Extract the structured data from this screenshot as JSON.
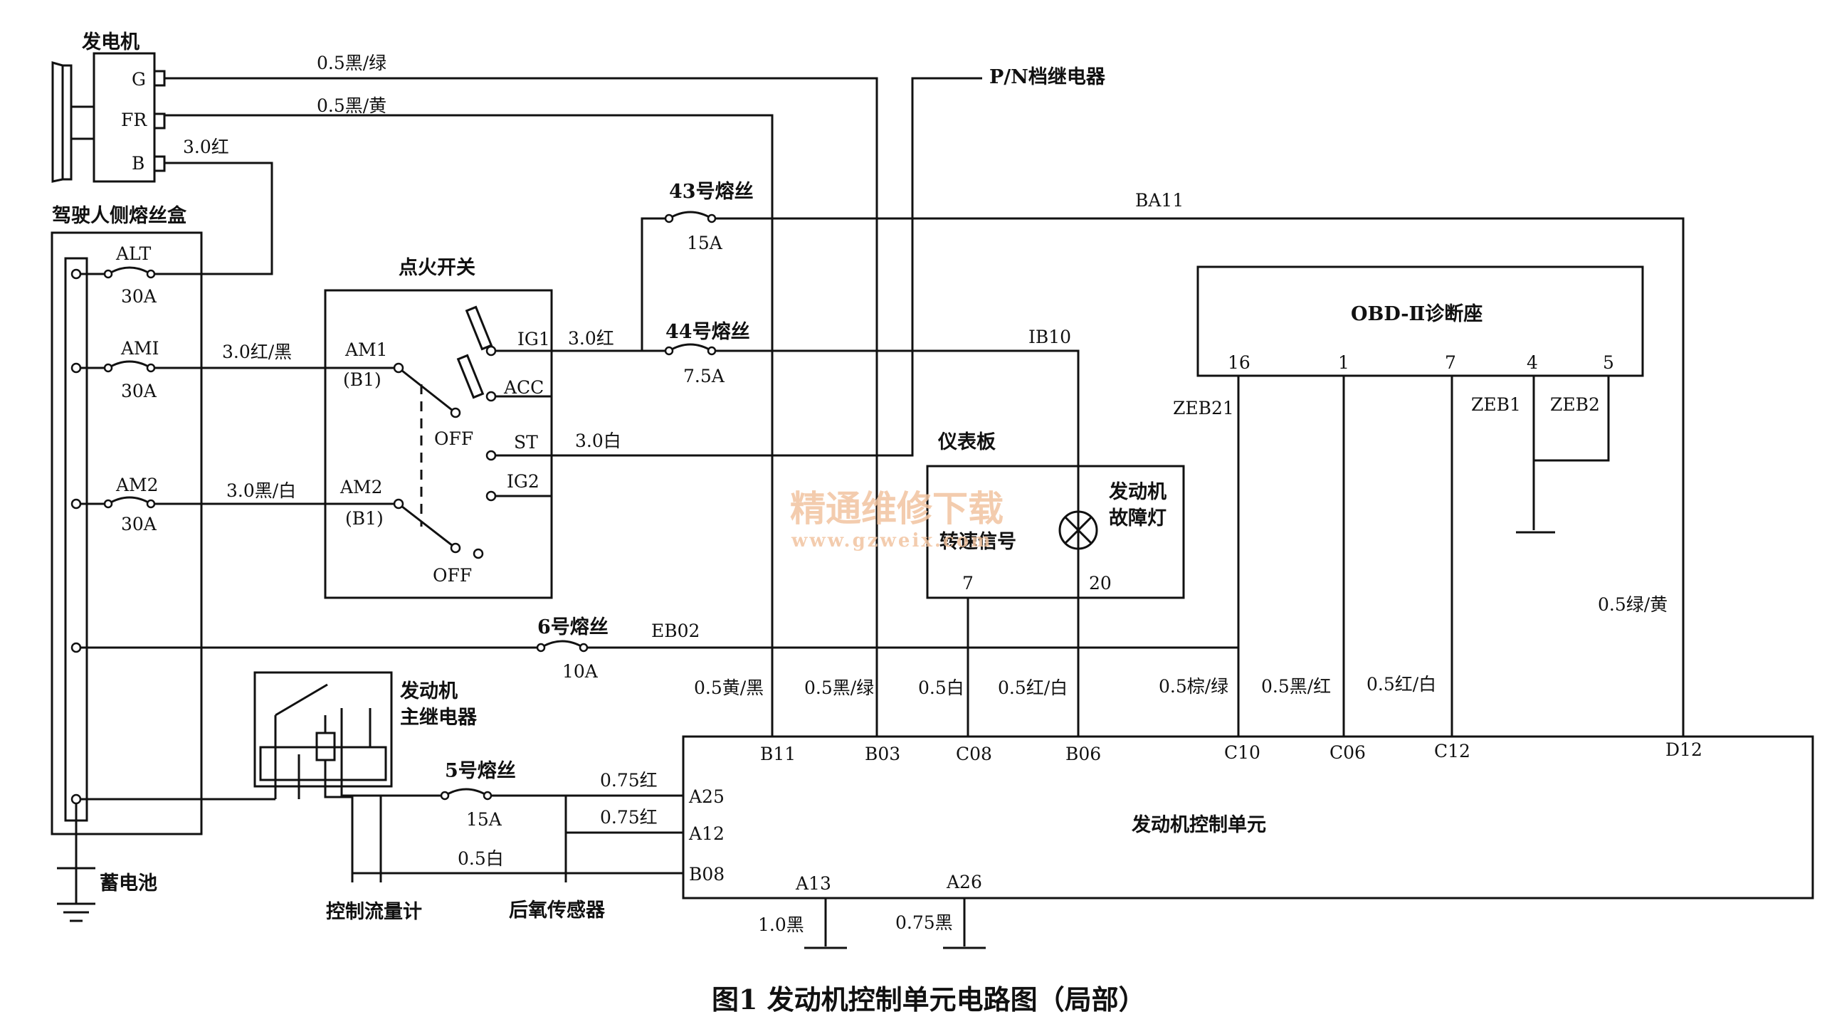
{
  "caption": "图1  发动机控制单元电路图（局部）",
  "watermark": {
    "main": "精通维修下载",
    "url": "www.gzweix.com"
  },
  "generator": {
    "title": "发电机",
    "terminals": [
      "G",
      "FR",
      "B"
    ]
  },
  "fuse_box": {
    "title": "驾驶人侧熔丝盒",
    "fuses": [
      {
        "name": "ALT",
        "rating": "30A"
      },
      {
        "name": "AMI",
        "rating": "30A"
      },
      {
        "name": "AM2",
        "rating": "30A"
      }
    ]
  },
  "battery": {
    "label": "蓄电池"
  },
  "ignition_switch": {
    "title": "点火开关",
    "left": [
      "AM1",
      "(B1)",
      "AM2",
      "(B1)"
    ],
    "right": [
      "IG1",
      "ACC",
      "ST",
      "IG2"
    ],
    "off": "OFF"
  },
  "fuses": {
    "f43": {
      "name": "43号熔丝",
      "rating": "15A"
    },
    "f44": {
      "name": "44号熔丝",
      "rating": "7.5A"
    },
    "f6": {
      "name": "6号熔丝",
      "rating": "10A"
    },
    "f5": {
      "name": "5号熔丝",
      "rating": "15A"
    }
  },
  "pn_relay": "P/N档继电器",
  "instrument_panel": {
    "title": "仪表板",
    "speed_signal": "转速信号",
    "lamp": [
      "发动机",
      "故障灯"
    ],
    "pins": [
      "7",
      "20"
    ]
  },
  "obd": {
    "title": "OBD-Ⅱ诊断座",
    "pins": [
      "16",
      "1",
      "7",
      "4",
      "5"
    ],
    "wires": [
      "ZEB21",
      "ZEB1",
      "ZEB2"
    ]
  },
  "main_relay": [
    "发动机",
    "主继电器"
  ],
  "ecu": {
    "title": "发动机控制单元",
    "top_pins": [
      "B11",
      "B03",
      "C08",
      "B06",
      "C10",
      "C06",
      "C12",
      "D12"
    ],
    "left_pins": [
      "A25",
      "A12",
      "B08"
    ],
    "bottom_pins": [
      "A13",
      "A26"
    ]
  },
  "wires": {
    "g": "0.5黑/绿",
    "fr": "0.5黑/黄",
    "b": "3.0红",
    "am1": "3.0红/黑",
    "am2": "3.0黑/白",
    "ig1": "3.0红",
    "st": "3.0白",
    "ba11": "BA11",
    "ib10": "IB10",
    "eb02": "EB02",
    "ecu_b11": "0.5黄/黑",
    "ecu_b03": "0.5黑/绿",
    "ecu_c08": "0.5白",
    "ecu_b06": "0.5红/白",
    "ecu_c10": "0.5棕/绿",
    "ecu_c06": "0.5黑/红",
    "ecu_c12": "0.5红/白",
    "ecu_d12": "0.5绿/黄",
    "a25": "0.75红",
    "a12": "0.75红",
    "b08": "0.5白",
    "gnd_a13": "1.0黑",
    "gnd_a26": "0.75黑"
  },
  "sensors": {
    "maf": "控制流量计",
    "o2": "后氧传感器"
  }
}
